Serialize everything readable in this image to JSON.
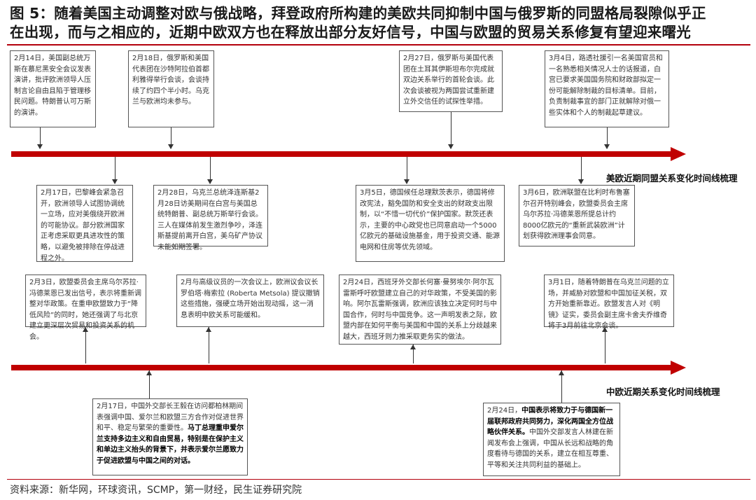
{
  "chart_data": {
    "type": "timeline",
    "title_line1": "图 5：随着美国主动调整对欧与俄战略，拜登政府所构建的美欧共同抑制中国与俄罗斯的同盟格局裂隙似乎正",
    "title_line2": "在出现，而与之相应的，近期中欧双方也在释放出部分友好信号，中国与欧盟的贸易关系修复有望迎来曙光",
    "timelines": [
      {
        "name": "美欧近期同盟关系变化时间线梳理",
        "events": [
          {
            "text": "2月14日，美国副总统万斯在慕尼黑安全会议发表演讲，批评欧洲领导人压制言论自由且陷于管理移民问题。特朗普认可万斯的演讲。"
          },
          {
            "text": "2月17日，巴黎峰会紧急召开，欧洲领导人试图协调统一立场，应对美俄绕开欧洲的可能协议。部分欧洲国家正考虑采取更具进攻性的策略，以避免被排除在停战进程之外。"
          },
          {
            "text": "2月18日，俄罗斯和美国代表团在沙特阿拉伯首都利雅得举行会谈，会谈持续了约四个半小时。乌克兰与欧洲均未参与。"
          },
          {
            "text": "2月28日，乌克兰总统泽连斯基2月28日访美期间在白宫与美国总统特朗普、副总统万斯举行会谈。三人在媒体前发生激烈争吵，泽连斯基提前离开白宫，美乌矿产协议未能如期签署。"
          },
          {
            "text": "3月5日，德国候任总理默茨表示，德国将修改宪法，豁免国防和安全支出的财政支出限制，以“不惜一切代价”保护国家。默茨还表示，主要的中心政党也已同意启动一个5000亿欧元的基础设施基金，用于投资交通、能源电网和住房等优先领域。"
          },
          {
            "text": "2月27日，俄罗斯与美国代表团在土耳其伊斯坦布尔完成就双边关系举行的首轮会谈。此次会谈被视为两国尝试重新建立外交信任的试探性举措。"
          },
          {
            "text": "3月6日，欧洲联盟在比利时布鲁塞尔召开特别峰会，欧盟委员会主席乌尔苏拉·冯德莱恩所提总计约8000亿欧元的“重新武装欧洲”计划获得欧洲理事会同意。"
          },
          {
            "text": "3月4日，路透社援引一名美国官员和一名熟悉相关情况人士的话报道，白宫已要求美国国务院和财政部拟定一份可能解除制裁的目标清单。目前，负责制裁事宜的部门正就解除对俄一些实体和个人的制裁起草建议。"
          }
        ]
      },
      {
        "name": "中欧近期关系变化时间线梳理",
        "events": [
          {
            "text": "2月3日，欧盟委员会主席乌尔苏拉·冯德莱恩已发出信号，表示将重新调整对华政策。在重申欧盟致力于“降低风险”的同时，她还强调了与北京建立更深层次贸易和投资关系的机会。"
          },
          {
            "text": "2月17日，中国外交部长王毅在访问都柏林期间表强调中国、爱尔兰和欧盟三方合作对促进世界和平、稳定与繁荣的重要性。",
            "bold": "马丁总理重申爱尔兰支持多边主义和自由贸易，特别是在保护主义和单边主义抬头的背景下，并表示爱尔兰愿致力于促进欧盟与中国之间的对话。"
          },
          {
            "text": "2月与高级议员的一次会议上，欧洲议会议长罗伯塔·梅索拉 (Roberta Metsola) 提议撤销这些措施，强硬立场开始出现动摇，这一消息表明中欧关系可能缓和。"
          },
          {
            "text": "2月24日，西班牙外交部长何塞·曼努埃尔·阿尔瓦雷斯呼吁欧盟建立自己的对华政策，不受美国的影响。阿尔瓦雷斯强调，欧洲应该独立决定何时与中国合作，何时与中国竞争。这一声明发表之际，欧盟内部在如何平衡与美国和中国的关系上分歧越来越大，西班牙则力推采取更务实的做法。"
          },
          {
            "bold": "中国表示将致力于与德国新一届联邦政府共同努力，深化两国全方位战略伙伴关系。",
            "lead": "2月24日，",
            "text": "中国外交部发言人林建在新闻发布会上强调，中国从长远和战略的角度看待与德国的关系，建立在相互尊重、平等和关注共同利益的基础上。"
          },
          {
            "text": "3月1日，随着特朗普在乌克兰问题的立场，并威胁对欧盟和中国加征关税，双方开始重新靠近。欧盟发言人对《明镜》证实，委员会副主席卡舍夫乔维奇将于3月前往北京会谈。"
          }
        ]
      }
    ],
    "source": "资料来源：新华网，环球资讯，SCMP，第一财经，民生证券研究院"
  }
}
